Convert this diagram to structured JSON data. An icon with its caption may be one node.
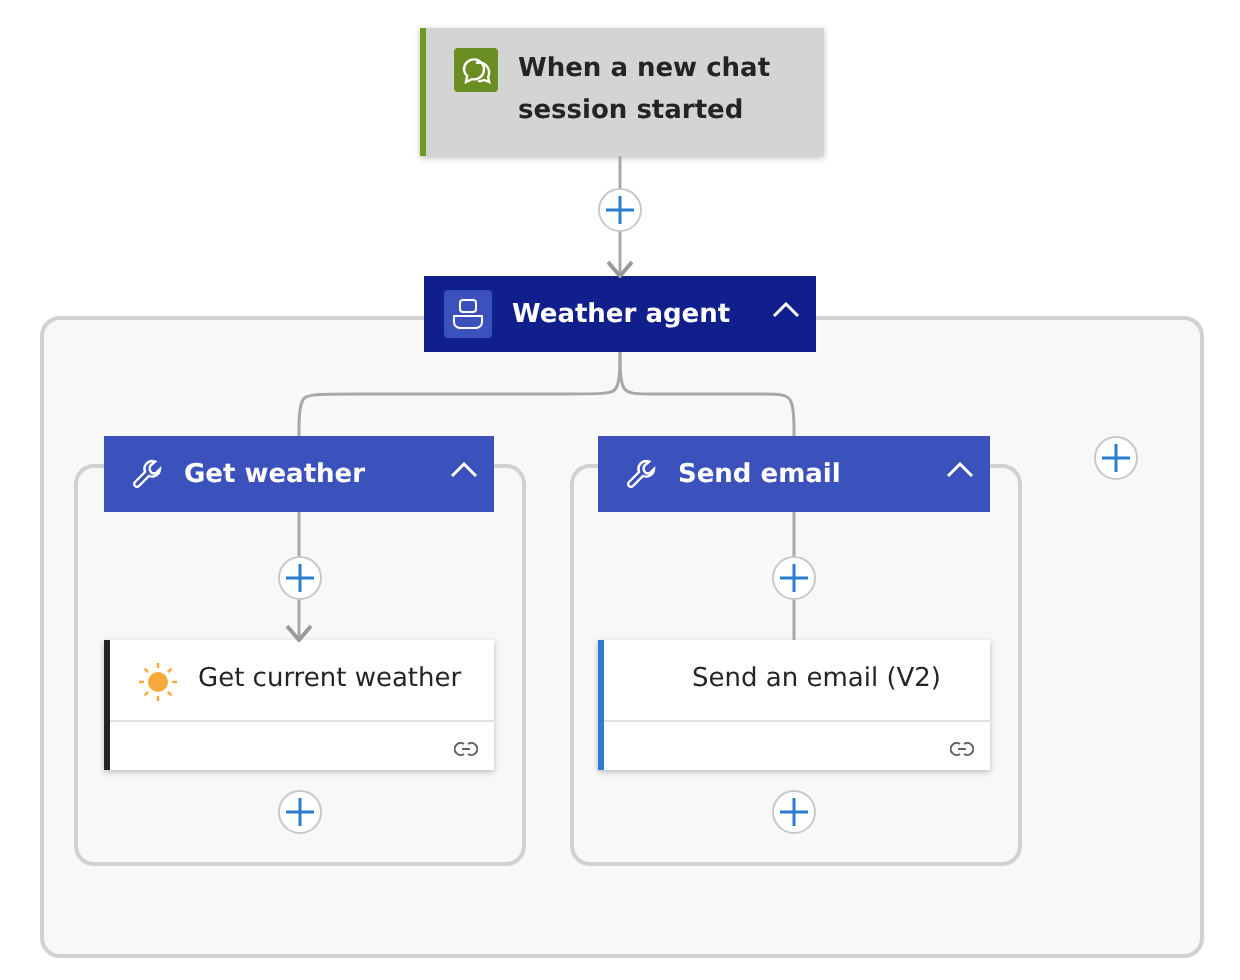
{
  "diagram": {
    "nodes": [
      {
        "text": [
          "When a new chat session started"
        ]
      },
      {
        "text": [
          "Weather agent"
        ]
      },
      {
        "text": [
          "Get weather"
        ],
        "in": 1
      },
      {
        "text": [
          "Get current weather"
        ],
        "in": 2
      },
      {
        "text": [
          "Send email"
        ],
        "in": 1
      },
      {
        "text": [
          "Send an email (V2)"
        ],
        "in": 4
      }
    ],
    "edges": [
      {
        "from": 0,
        "to": 1,
        "arrow": "to"
      },
      {
        "from": 1,
        "to": 2,
        "arrow": "none"
      },
      {
        "from": 1,
        "to": 4,
        "arrow": "none"
      },
      {
        "from": 2,
        "to": 3,
        "arrow": "to"
      },
      {
        "from": 4,
        "to": 5,
        "arrow": "none"
      }
    ]
  }
}
